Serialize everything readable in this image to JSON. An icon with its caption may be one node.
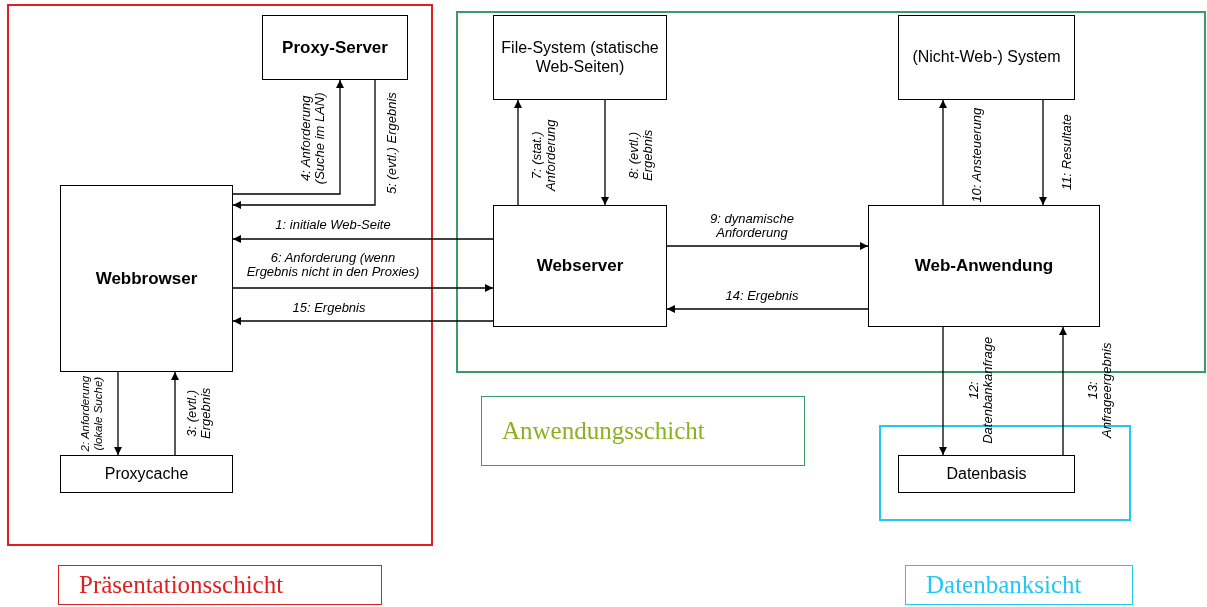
{
  "diagram": {
    "nodes": [
      {
        "text": [
          "Proxy-Server"
        ]
      },
      {
        "text": [
          "Webbrowser"
        ]
      },
      {
        "text": [
          "Proxycache"
        ]
      },
      {
        "text": [
          "File-System (statische Web-Seiten)"
        ]
      },
      {
        "text": [
          "Webserver"
        ]
      },
      {
        "text": [
          "(Nicht-Web-) System"
        ]
      },
      {
        "text": [
          "Web-Anwendung"
        ]
      },
      {
        "text": [
          "Datenbasis"
        ]
      },
      {
        "text": [
          "Anwendungsschicht"
        ]
      },
      {
        "text": [
          "Präsentationsschicht"
        ]
      },
      {
        "text": [
          "Datenbanksicht"
        ]
      }
    ],
    "edges": [
      {
        "from": 4,
        "to": 1,
        "arrow": "to",
        "label": "1: initiale Web-Seite"
      },
      {
        "from": 1,
        "to": 2,
        "arrow": "to",
        "label": "2: Anforderung (lokale Suche)"
      },
      {
        "from": 2,
        "to": 1,
        "arrow": "to",
        "label": "3: (evtl.) Ergebnis"
      },
      {
        "from": 1,
        "to": 0,
        "arrow": "to",
        "label": "4: Anforderung (Suche im LAN)"
      },
      {
        "from": 0,
        "to": 1,
        "arrow": "to",
        "label": "5: (evtl.) Ergebnis"
      },
      {
        "from": 1,
        "to": 4,
        "arrow": "to",
        "label": "6: Anforderung (wenn Ergebnis nicht in den Proxies)"
      },
      {
        "from": 4,
        "to": 3,
        "arrow": "to",
        "label": "7: (stat.) Anforderung"
      },
      {
        "from": 3,
        "to": 4,
        "arrow": "to",
        "label": "8: (evtl.) Ergebnis"
      },
      {
        "from": 4,
        "to": 6,
        "arrow": "to",
        "label": "9: dynamische Anforderung"
      },
      {
        "from": 6,
        "to": 5,
        "arrow": "to",
        "label": "10: Ansteuerung"
      },
      {
        "from": 5,
        "to": 6,
        "arrow": "to",
        "label": "11: Resultate"
      },
      {
        "from": 6,
        "to": 7,
        "arrow": "to",
        "label": "12: Datenbankanfrage"
      },
      {
        "from": 7,
        "to": 6,
        "arrow": "to",
        "label": "13: Anfrageergebnis"
      },
      {
        "from": 6,
        "to": 4,
        "arrow": "to",
        "label": "14: Ergebnis"
      },
      {
        "from": 4,
        "to": 1,
        "arrow": "to",
        "label": "15: Ergebnis"
      }
    ]
  }
}
